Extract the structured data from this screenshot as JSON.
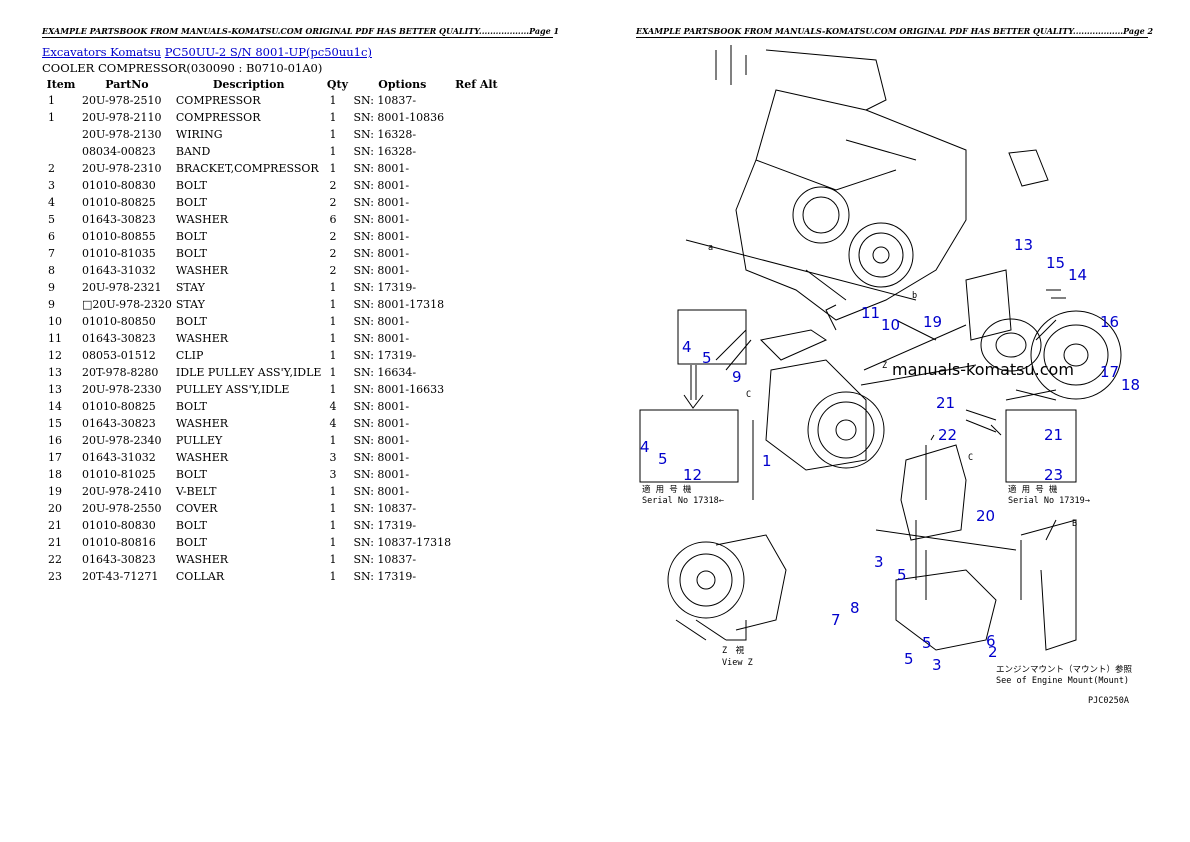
{
  "header": {
    "page1": "EXAMPLE PARTSBOOK FROM MANUALS-KOMATSU.COM ORIGINAL PDF HAS BETTER QUALITY..................Page 1",
    "page2": "EXAMPLE PARTSBOOK FROM MANUALS-KOMATSU.COM ORIGINAL PDF HAS BETTER QUALITY..................Page 2"
  },
  "breadcrumb": {
    "link1": "Excavators Komatsu",
    "link2": "PC50UU-2 S/N 8001-UP(pc50uu1c)"
  },
  "section_title": "COOLER COMPRESSOR(030090 : B0710-01A0)",
  "table": {
    "headers": [
      "Item",
      "PartNo",
      "Description",
      "Qty",
      "Options",
      "Ref Alt"
    ],
    "rows": [
      [
        "1",
        "20U-978-2510",
        "COMPRESSOR",
        "1",
        "SN: 10837-"
      ],
      [
        "1",
        "20U-978-2110",
        "COMPRESSOR",
        "1",
        "SN: 8001-10836"
      ],
      [
        "",
        "20U-978-2130",
        "WIRING",
        "1",
        "SN: 16328-"
      ],
      [
        "",
        "08034-00823",
        "BAND",
        "1",
        "SN: 16328-"
      ],
      [
        "2",
        "20U-978-2310",
        "BRACKET,COMPRESSOR",
        "1",
        "SN: 8001-"
      ],
      [
        "3",
        "01010-80830",
        "BOLT",
        "2",
        "SN: 8001-"
      ],
      [
        "4",
        "01010-80825",
        "BOLT",
        "2",
        "SN: 8001-"
      ],
      [
        "5",
        "01643-30823",
        "WASHER",
        "6",
        "SN: 8001-"
      ],
      [
        "6",
        "01010-80855",
        "BOLT",
        "2",
        "SN: 8001-"
      ],
      [
        "7",
        "01010-81035",
        "BOLT",
        "2",
        "SN: 8001-"
      ],
      [
        "8",
        "01643-31032",
        "WASHER",
        "2",
        "SN: 8001-"
      ],
      [
        "9",
        "20U-978-2321",
        "STAY",
        "1",
        "SN: 17319-"
      ],
      [
        "9",
        "□20U-978-2320",
        "STAY",
        "1",
        "SN: 8001-17318"
      ],
      [
        "10",
        "01010-80850",
        "BOLT",
        "1",
        "SN: 8001-"
      ],
      [
        "11",
        "01643-30823",
        "WASHER",
        "1",
        "SN: 8001-"
      ],
      [
        "12",
        "08053-01512",
        "CLIP",
        "1",
        "SN: 17319-"
      ],
      [
        "13",
        "20T-978-8280",
        "IDLE PULLEY ASS'Y,IDLE",
        "1",
        "SN: 16634-"
      ],
      [
        "13",
        "20U-978-2330",
        "PULLEY ASS'Y,IDLE",
        "1",
        "SN: 8001-16633"
      ],
      [
        "14",
        "01010-80825",
        "BOLT",
        "4",
        "SN: 8001-"
      ],
      [
        "15",
        "01643-30823",
        "WASHER",
        "4",
        "SN: 8001-"
      ],
      [
        "16",
        "20U-978-2340",
        "PULLEY",
        "1",
        "SN: 8001-"
      ],
      [
        "17",
        "01643-31032",
        "WASHER",
        "3",
        "SN: 8001-"
      ],
      [
        "18",
        "01010-81025",
        "BOLT",
        "3",
        "SN: 8001-"
      ],
      [
        "19",
        "20U-978-2410",
        "V-BELT",
        "1",
        "SN: 8001-"
      ],
      [
        "20",
        "20U-978-2550",
        "COVER",
        "1",
        "SN: 10837-"
      ],
      [
        "21",
        "01010-80830",
        "BOLT",
        "1",
        "SN: 17319-"
      ],
      [
        "21",
        "01010-80816",
        "BOLT",
        "1",
        "SN: 10837-17318"
      ],
      [
        "22",
        "01643-30823",
        "WASHER",
        "1",
        "SN: 10837-"
      ],
      [
        "23",
        "20T-43-71271",
        "COLLAR",
        "1",
        "SN: 17319-"
      ]
    ]
  },
  "diagram": {
    "watermark": "manuals-komatsu.com",
    "callouts": [
      {
        "label": "13"
      },
      {
        "label": "15"
      },
      {
        "label": "14"
      },
      {
        "label": "19"
      },
      {
        "label": "16"
      },
      {
        "label": "11"
      },
      {
        "label": "10"
      },
      {
        "label": "4"
      },
      {
        "label": "5"
      },
      {
        "label": "9"
      },
      {
        "label": "17"
      },
      {
        "label": "18"
      },
      {
        "label": "21"
      },
      {
        "label": "22"
      },
      {
        "label": "4"
      },
      {
        "label": "5"
      },
      {
        "label": "12"
      },
      {
        "label": "1"
      },
      {
        "label": "21"
      },
      {
        "label": "23"
      },
      {
        "label": "20"
      },
      {
        "label": "3"
      },
      {
        "label": "5"
      },
      {
        "label": "8"
      },
      {
        "label": "7"
      },
      {
        "label": "5"
      },
      {
        "label": "6"
      },
      {
        "label": "2"
      },
      {
        "label": "5"
      },
      {
        "label": "3"
      }
    ],
    "notes": {
      "serial_left_jp": "適 用 号 機",
      "serial_left": "Serial No 17318←",
      "serial_right_jp": "適 用 号 機",
      "serial_right": "Serial No 17319→",
      "view_z_jp": "Z　視",
      "view_z": "View Z",
      "engine_mount_jp": "エンジンマウント（マウント）参照",
      "engine_mount": "See of Engine Mount(Mount)",
      "fig_id": "PJC0250A",
      "letter_z": "Z",
      "letter_c1": "C",
      "letter_c2": "C",
      "letter_b": "b",
      "letter_b2": "B",
      "letter_a": "a"
    }
  }
}
